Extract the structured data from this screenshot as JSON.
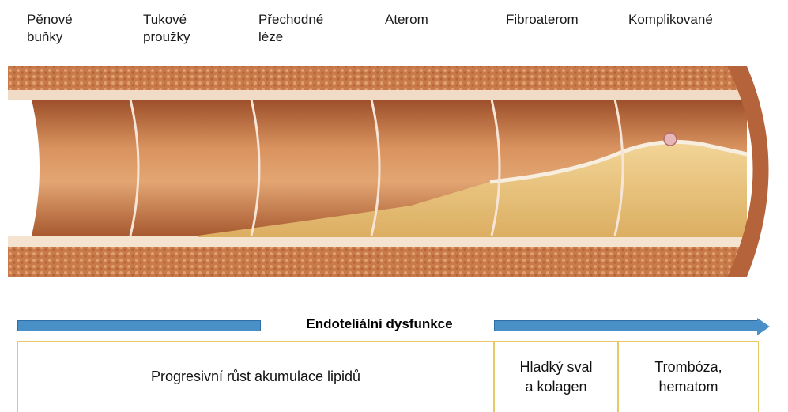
{
  "stages": [
    {
      "label": "Pěnové\nbuňky"
    },
    {
      "label": "Tukové\nproužky"
    },
    {
      "label": "Přechodné\nléze"
    },
    {
      "label": "Aterom"
    },
    {
      "label": "Fibroaterom"
    },
    {
      "label": "Komplikované"
    }
  ],
  "process": {
    "title": "Endoteliální dysfunkce"
  },
  "phases": [
    {
      "label": "Progresivní růst akumulace lipidů"
    },
    {
      "label": "Hladký sval\na kolagen"
    },
    {
      "label": "Trombóza,\nhematom"
    }
  ],
  "colors": {
    "arrow": "#4a90c8",
    "box_border": "#e9c86a",
    "vessel_wall": "#c97a4a",
    "plaque": "#e8c37a"
  }
}
